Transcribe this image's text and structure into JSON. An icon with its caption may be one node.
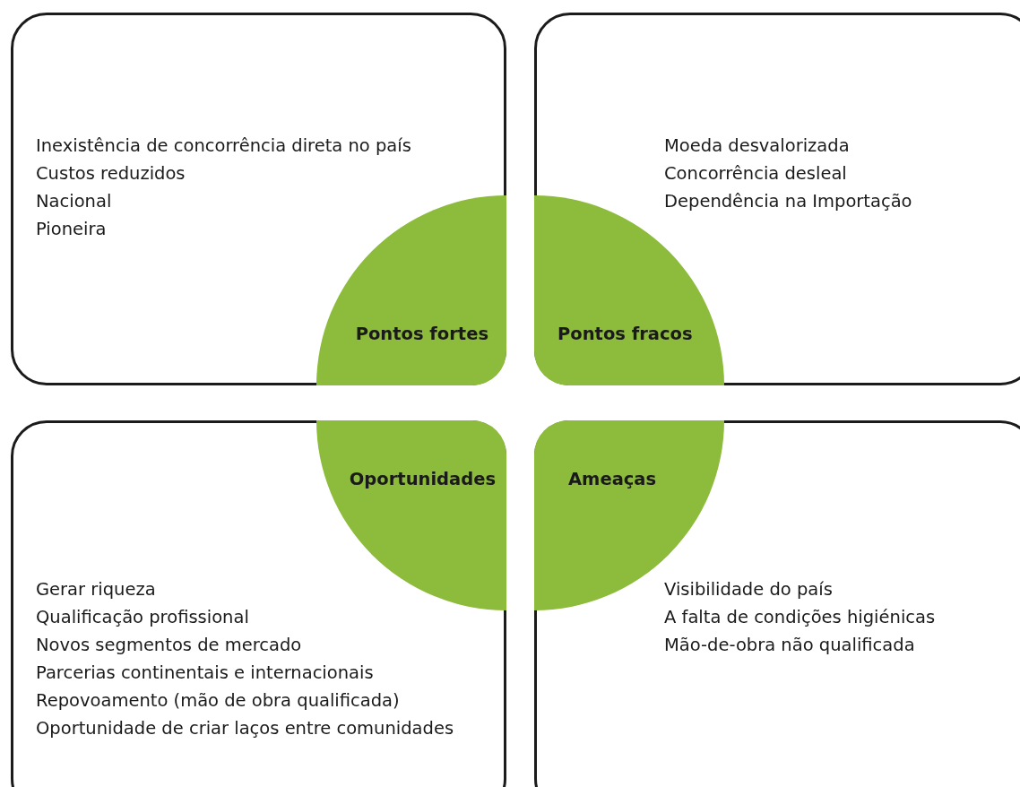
{
  "diagram": {
    "nodes": [
      {
        "text": [
          "Inexistência de concorrência direta no país",
          "Custos reduzidos",
          "Nacional",
          "Pioneira"
        ]
      },
      {
        "text": [
          "Pontos fortes"
        ],
        "in": 0
      },
      {
        "text": [
          "Moeda desvalorizada",
          "Concorrência desleal",
          "Dependência na Importação"
        ]
      },
      {
        "text": [
          "Pontos fracos"
        ],
        "in": 2
      },
      {
        "text": [
          "Gerar riqueza",
          "Qualificação profissional",
          "Novos segmentos de mercado",
          "Parcerias continentais e internacionais",
          "Repovoamento (mão de obra qualificada)",
          "Oportunidade de criar laços entre comunidades"
        ]
      },
      {
        "text": [
          "Oportunidades"
        ],
        "in": 4
      },
      {
        "text": [
          "Visibilidade do país",
          "A falta de condições higiénicas",
          "Mão-de-obra não qualificada"
        ]
      },
      {
        "text": [
          "Ameaças"
        ],
        "in": 6
      }
    ]
  }
}
